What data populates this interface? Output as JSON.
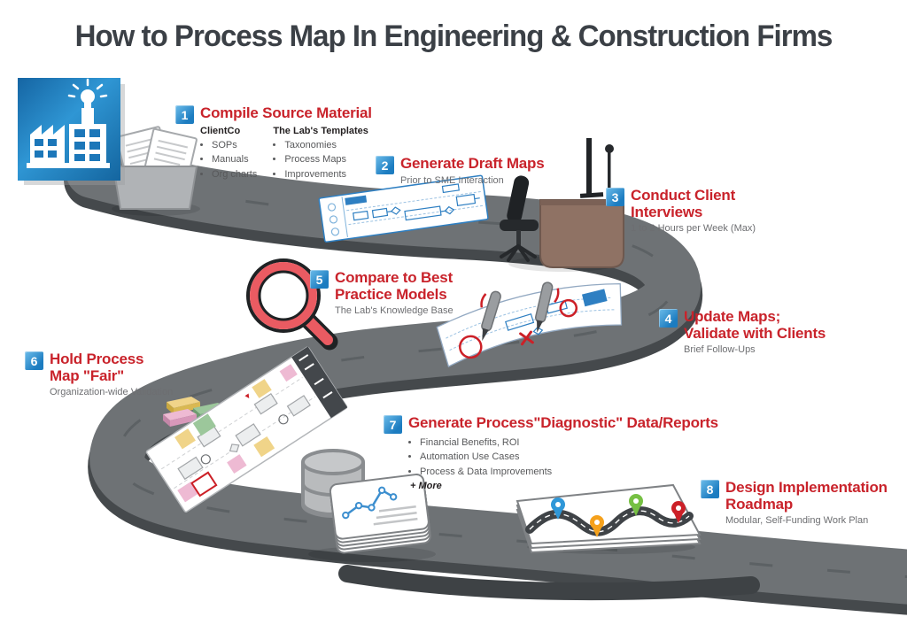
{
  "title": "How to Process Map In Engineering & Construction Firms",
  "colors": {
    "heading_red": "#c9232b",
    "badge_blue": "#1c7cc0",
    "title_dark": "#3b4046",
    "text_gray": "#6d6e71",
    "text_mid": "#58595b",
    "text_dark2": "#231f20",
    "road_gray": "#6e7275",
    "logo_blue": "#2188c9",
    "pin_blue": "#2f97d8",
    "pin_orange": "#f5a11c",
    "pin_green": "#76c043",
    "pin_red": "#cc2027",
    "sticky_yellow": "#f0d489",
    "sticky_green": "#9cc79b",
    "sticky_pink": "#eebad3"
  },
  "steps": [
    {
      "number": "1",
      "title_lines": [
        "Compile Source Material"
      ],
      "columns": [
        {
          "header": "ClientCo",
          "items": [
            "SOPs",
            "Manuals",
            "Org charts"
          ]
        },
        {
          "header": "The Lab's Templates",
          "items": [
            "Taxonomies",
            "Process Maps",
            "Improvements"
          ]
        }
      ]
    },
    {
      "number": "2",
      "title_lines": [
        "Generate Draft Maps"
      ],
      "subtitle": "Prior to SME Interaction"
    },
    {
      "number": "3",
      "title_lines": [
        "Conduct Client",
        "Interviews"
      ],
      "subtitle": "1 to 2 Hours per Week (Max)"
    },
    {
      "number": "4",
      "title_lines": [
        "Update Maps;",
        "Validate with Clients"
      ],
      "subtitle": "Brief Follow-Ups"
    },
    {
      "number": "5",
      "title_lines": [
        "Compare to Best",
        "Practice Models"
      ],
      "subtitle": "The Lab's Knowledge Base"
    },
    {
      "number": "6",
      "title_lines": [
        "Hold Process",
        "Map \"Fair\""
      ],
      "subtitle": "Organization-wide Validation"
    },
    {
      "number": "7",
      "title_lines": [
        "Generate Process\"Diagnostic\" Data/Reports"
      ],
      "bullets": [
        "Financial Benefits, ROI",
        "Automation Use Cases",
        "Process & Data Improvements"
      ],
      "more_label": "+ More"
    },
    {
      "number": "8",
      "title_lines": [
        "Design Implementation",
        "Roadmap"
      ],
      "subtitle": "Modular, Self-Funding Work Plan"
    }
  ],
  "scene": {
    "illustrations": [
      "winding-road",
      "factory-logo",
      "lightbulb-icon",
      "folder-documents",
      "draft-map-sheet",
      "office-desk-chair",
      "magnifier-icon",
      "annotated-map-with-pens",
      "sticky-note-pads",
      "process-map-sheet",
      "database-cylinder",
      "report-papers-stack",
      "roadmap-stack",
      "location-pin-icons"
    ]
  }
}
